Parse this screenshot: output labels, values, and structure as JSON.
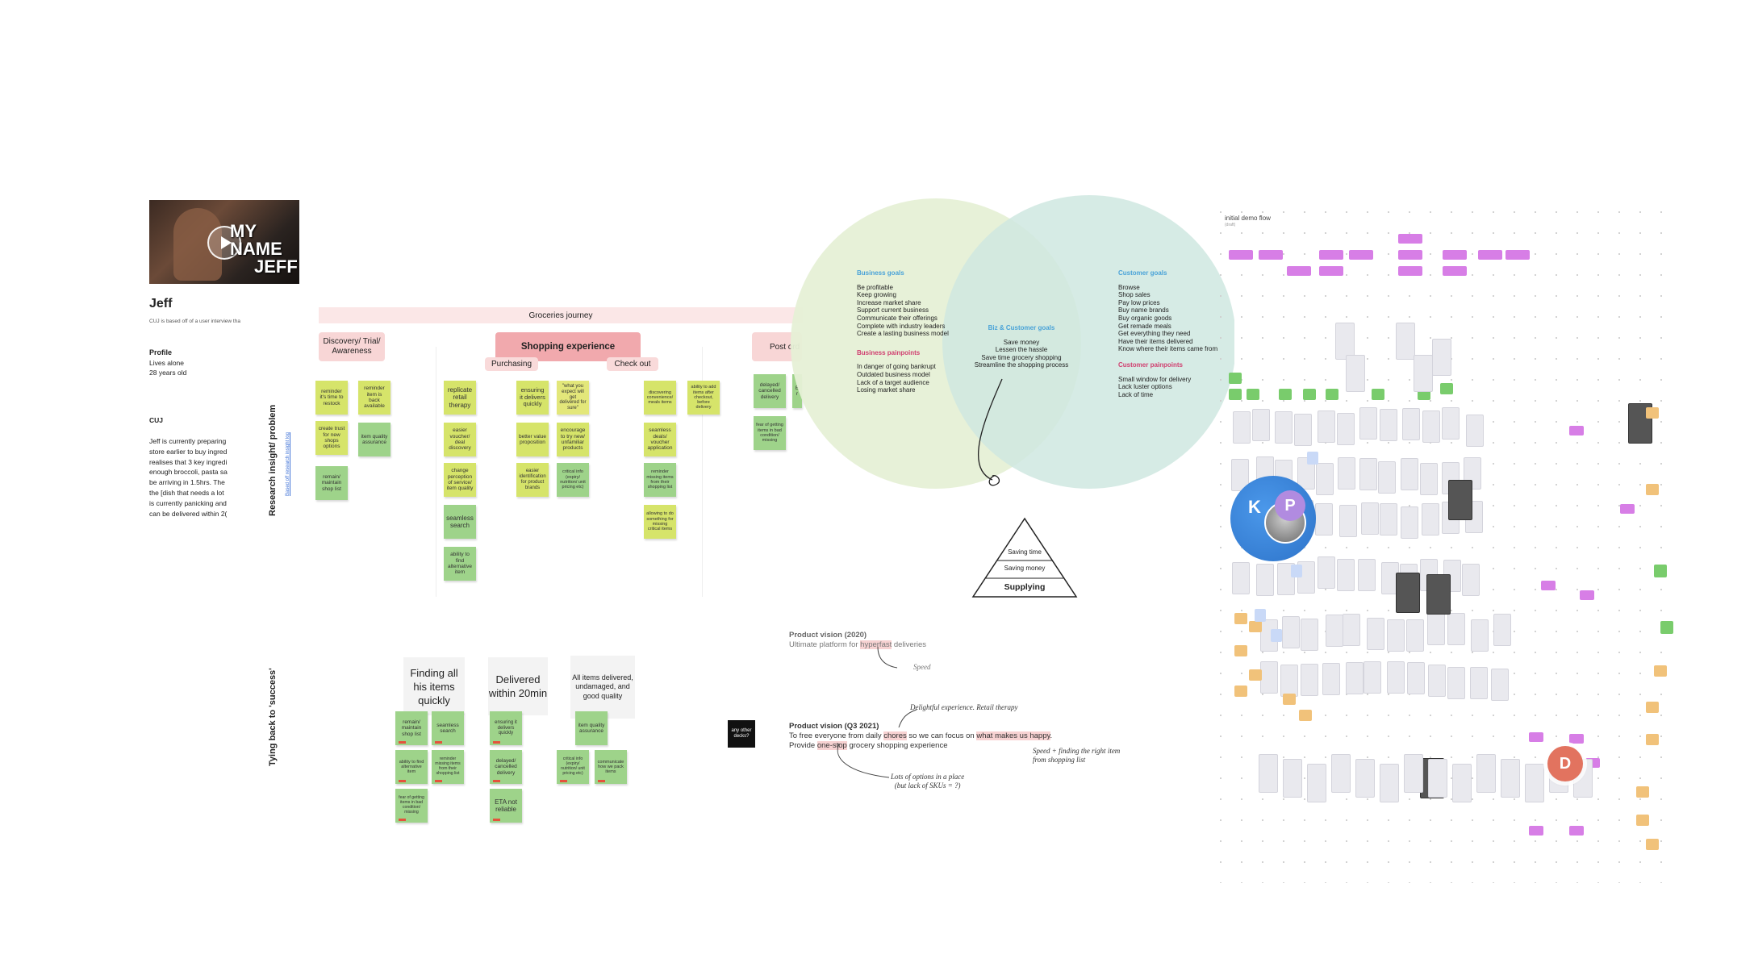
{
  "persona": {
    "video_caption_line1": "MY NAME",
    "video_caption_line2": "JEFF",
    "name": "Jeff",
    "subtitle": "CUJ is based off of a user interview tha",
    "profile_heading": "Profile",
    "profile_line1": "Lives alone",
    "profile_line2": "28 years old",
    "cuj_heading": "CUJ",
    "cuj_lines": [
      "Jeff is currently preparing",
      "store earlier to buy ingred",
      "realises that 3 key ingredi",
      "enough broccoli, pasta sa",
      "be arriving in 1.5hrs. The",
      "the [dish that needs a lot",
      "is currently panicking and",
      "can be delivered within 2("
    ]
  },
  "journey": {
    "banner": "Groceries journey",
    "side_label_top": "Research insight/ problem",
    "side_link": "Based off research insight log",
    "side_label_bottom": "Tying back to 'success'",
    "stage_discovery": "Discovery/ Trial/ Awareness",
    "stage_shopping": "Shopping experience",
    "stage_post": "Post ord",
    "sub_purchasing": "Purchasing",
    "sub_checkout": "Check out",
    "notes": {
      "n1": "reminder it's time to restock",
      "n2": "create trust for new shops options",
      "n3": "remain/ maintain shop list",
      "n4": "reminder item is back available",
      "n5": "item quality assurance",
      "n6": "replicate retail therapy",
      "n7": "easier voucher/ deal discovery",
      "n8": "change perception of service/ item quality",
      "n9": "seamless search",
      "n10": "ability to find alternative item",
      "n11": "ensuring it delivers quickly",
      "n12": "better value proposition",
      "n13": "easier identification for product brands",
      "n14": "\"what you expect will get delivered for sure\"",
      "n15": "encourage to try new/ unfamiliar products",
      "n16": "critical info (expiry/ nutrition/ unit pricing etc)",
      "n17": "discovering convenience/ meals items",
      "n18": "seamless deals/ voucher application",
      "n19": "reminder missing items from their shopping list",
      "n20": "allowing to do something for missing critical items",
      "n21": "ability to add items after checkout, before delivery",
      "n22": "delayed/ cancelled delivery",
      "n23": "fear of getting items in bad condition/ missing",
      "n24": "E r"
    },
    "success_cards": {
      "c1": "Finding all his items quickly",
      "c2": "Delivered within 20min",
      "c3": "All items delivered, undamaged, and good quality"
    },
    "success_notes": {
      "s1": "remain/ maintain shop list",
      "s2": "seamless search",
      "s3": "ability to find alternative item",
      "s4": "reminder missing items from their shopping list",
      "s5": "fear of getting items in bad condition/ missing",
      "s6": "ensuring it delivers quickly",
      "s7": "delayed/ cancelled delivery",
      "s8": "ETA not reliable",
      "s9": "item quality assurance",
      "s10": "critical info (expiry/ nutrition/ unit pricing etc)",
      "s11": "communicate how we pack items"
    }
  },
  "venn": {
    "business_head": "Business goals",
    "business_goals": [
      "Be profitable",
      "Keep growing",
      "Increase market share",
      "Support current business",
      "Communicate their offerings",
      "Complete with industry leaders",
      "Create a lasting business model"
    ],
    "business_pain_head": "Business painpoints",
    "business_pains": [
      "In danger of going bankrupt",
      "Outdated business model",
      "Lack of a target audience",
      "Losing market share"
    ],
    "shared_head": "Biz & Customer goals",
    "shared_goals": [
      "Save money",
      "Lessen the hassle",
      "Save time grocery shopping",
      "Streamline the shopping process"
    ],
    "customer_head": "Customer goals",
    "customer_goals": [
      "Browse",
      "Shop sales",
      "Pay low prices",
      "Buy name brands",
      "Buy organic goods",
      "Get remade meals",
      "Get everything they need",
      "Have their items delivered",
      "Know where their items came from"
    ],
    "customer_pain_head": "Customer painpoints",
    "customer_pains": [
      "Small window for delivery",
      "Lack luster options",
      "Lack of time"
    ],
    "pyramid_top": "Saving time",
    "pyramid_mid": "Saving money",
    "pyramid_base": "Supplying",
    "colors": {
      "business": "#e6f0d6",
      "customer": "#d3ebe4",
      "overlap": "#c5e0c8"
    }
  },
  "vision": {
    "v1_title": "Product vision (2020)",
    "v1_pre": "Ultimate platform for ",
    "v1_hl": "hyperfast",
    "v1_post": " deliveries",
    "speed_note": "Speed",
    "delight_note": "Delightful experience. Retail therapy",
    "v2_title": "Product vision (Q3 2021)",
    "v2_line1_a": "To free everyone from daily ",
    "v2_line1_hl1": "chores",
    "v2_line1_b": " so we can focus on ",
    "v2_line1_hl2": "what makes us happy",
    "v2_line1_c": ".",
    "v2_line2_a": "Provide ",
    "v2_line2_hl": "one-stop",
    "v2_line2_b": " grocery shopping experience",
    "speed_find_note_1": "Speed + finding the right item",
    "speed_find_note_2": "from shopping list",
    "options_note_1": "Lots of options in a place",
    "options_note_2": "(but lack of SKUs = ?)",
    "decks_note": "any other decks?"
  },
  "flow": {
    "title": "initial demo flow",
    "subtitle": "(draft)"
  },
  "collaborators": {
    "k": "K",
    "p": "P",
    "d": "D",
    "k_color": "#3a86d9",
    "p_color": "#b18be0",
    "d_color": "#e2735f"
  }
}
